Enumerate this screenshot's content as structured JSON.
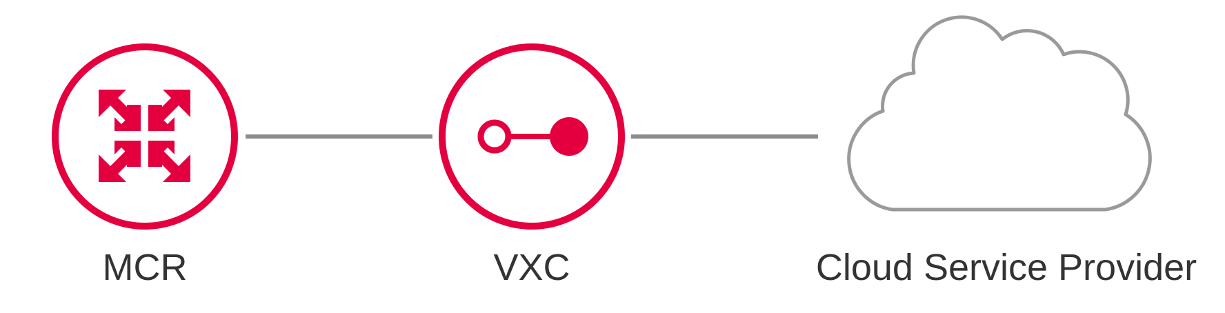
{
  "diagram": {
    "nodes": [
      {
        "id": "mcr",
        "label": "MCR",
        "icon": "mcr-expand-arrows-icon"
      },
      {
        "id": "vxc",
        "label": "VXC",
        "icon": "vxc-connection-icon"
      },
      {
        "id": "csp",
        "label": "Cloud Service Provider",
        "icon": "cloud-icon"
      }
    ],
    "edges": [
      {
        "from": "mcr",
        "to": "vxc"
      },
      {
        "from": "vxc",
        "to": "csp"
      }
    ]
  },
  "colors": {
    "accent": "#e4003f",
    "connector": "#8c8c8c",
    "cloud_outline": "#9a9a9a",
    "label_text": "#333333"
  }
}
